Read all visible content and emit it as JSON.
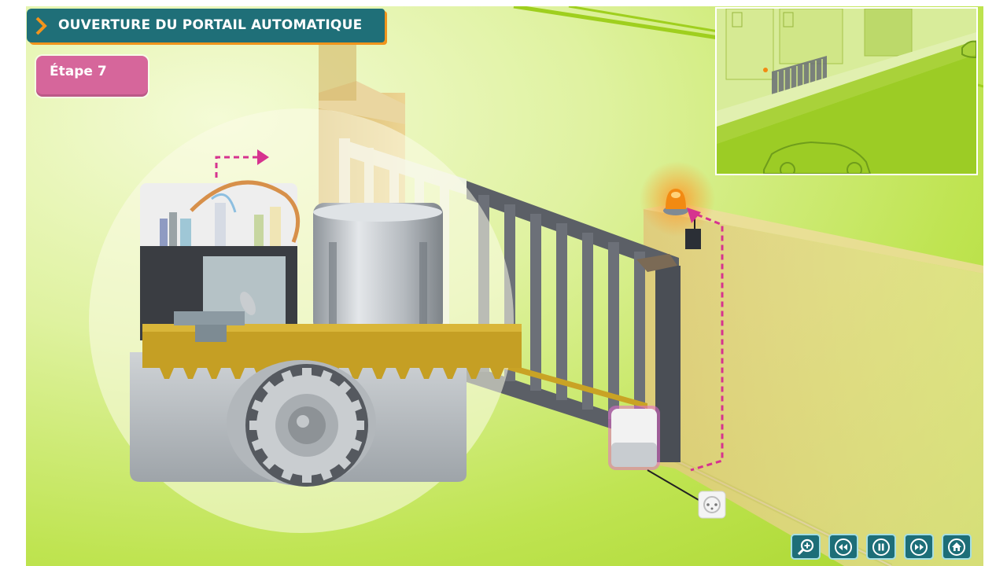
{
  "header": {
    "title": "OUVERTURE DU PORTAIL AUTOMATIQUE",
    "step_label": "Étape 7"
  },
  "scene": {
    "description_icons": [
      "motor-cutaway",
      "gear-rack",
      "sliding-gate",
      "orange-flashing-light",
      "antenna",
      "wall-socket",
      "car"
    ]
  },
  "controls": [
    {
      "name": "zoom-button",
      "icon": "zoom-in-icon"
    },
    {
      "name": "rewind-button",
      "icon": "rewind-icon"
    },
    {
      "name": "pause-button",
      "icon": "pause-icon"
    },
    {
      "name": "forward-button",
      "icon": "fast-forward-icon"
    },
    {
      "name": "home-button",
      "icon": "home-icon"
    }
  ],
  "colors": {
    "title_bg": "#1f6f78",
    "title_accent": "#f0941c",
    "step_bg": "#d6669b",
    "control_bg": "#1d6e78",
    "signal_pink": "#d6338f"
  }
}
